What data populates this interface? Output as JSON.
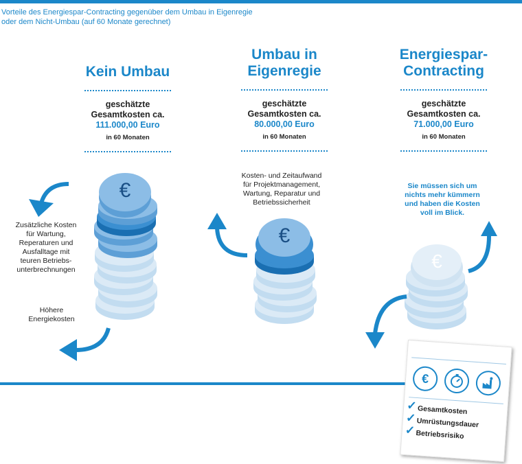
{
  "header": {
    "subtitle_line1": "Vorteile des Energiespar-Contracting gegenüber dem Umbau in Eigenregie",
    "subtitle_line2": "oder dem Nicht-Umbau (auf 60 Monate gerechnet)"
  },
  "columns": [
    {
      "title_line1": "Kein Umbau",
      "title_line2": "",
      "cost_line1": "geschätzte",
      "cost_line2": "Gesamtkosten ca.",
      "amount": "111.000,00 Euro",
      "duration": "in 60 Monaten"
    },
    {
      "title_line1": "Umbau in",
      "title_line2": "Eigenregie",
      "cost_line1": "geschätzte",
      "cost_line2": "Gesamtkosten ca.",
      "amount": "80.000,00 Euro",
      "duration": "in 60 Monaten"
    },
    {
      "title_line1": "Energiespar-",
      "title_line2": "Contracting",
      "cost_line1": "geschätzte",
      "cost_line2": "Gesamtkosten ca.",
      "amount": "71.000,00 Euro",
      "duration": "in 60 Monaten"
    }
  ],
  "notes": {
    "kein_umbau_extra": [
      "Zusätzliche Kosten",
      "für Wartung,",
      "Reperaturen und",
      "Ausfalltage mit",
      "teuren Betriebs-",
      "unterbrechnungen"
    ],
    "kein_umbau_energy": [
      "Höhere",
      "Energiekosten"
    ],
    "eigenregie": [
      "Kosten- und Zeitaufwand",
      "für Projektmanagement,",
      "Wartung, Reparatur und",
      "Betriebssicherheit"
    ],
    "contracting": [
      "Sie müssen sich um",
      "nichts mehr kümmern",
      "und haben die Kosten",
      "voll im Blick."
    ]
  },
  "coin_symbol": "€",
  "checklist": {
    "items": [
      "Gesamtkosten",
      "Umrüstungsdauer",
      "Betriebsrisiko"
    ],
    "check_symbol": "✓",
    "icons": [
      "euro-icon",
      "stopwatch-icon",
      "factory-icon"
    ]
  },
  "colors": {
    "accent": "#1b87c9",
    "coin_light": "#d7e8f5",
    "coin_mid": "#7fb6e2",
    "coin_dark": "#2e88cc"
  }
}
